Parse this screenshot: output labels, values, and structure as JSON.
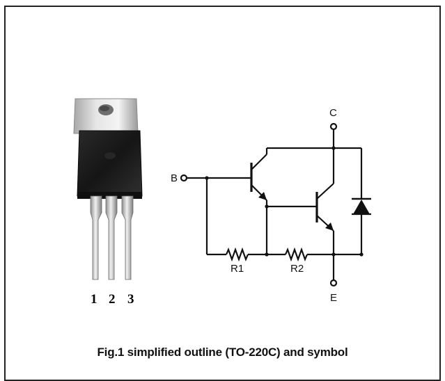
{
  "package": {
    "pin_numbers": [
      "1",
      "2",
      "3"
    ]
  },
  "schematic": {
    "terminals": {
      "base": "B",
      "collector": "C",
      "emitter": "E"
    },
    "resistors": {
      "r1": "R1",
      "r2": "R2"
    }
  },
  "caption": "Fig.1 simplified outline (TO-220C) and symbol",
  "colors": {
    "line": "#111111",
    "package_body": "#1c1c1c",
    "tab": "#d4d4d4",
    "leads": "#bdbdbd"
  }
}
